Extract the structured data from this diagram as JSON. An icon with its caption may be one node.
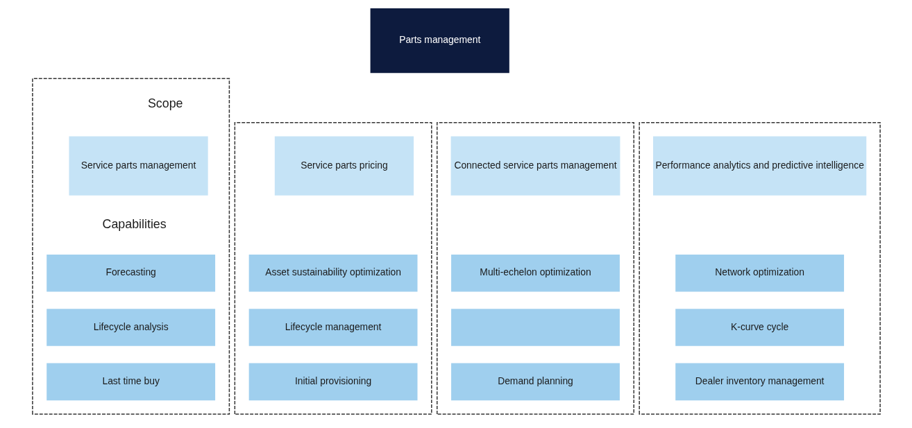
{
  "diagram": {
    "nodes": [
      {
        "text": [
          "Parts management"
        ]
      },
      {
        "text": [],
        "shape": "box"
      },
      {
        "text": [
          "Service parts management"
        ],
        "in": 1
      },
      {
        "text": [
          "Forecasting"
        ],
        "in": 1
      },
      {
        "text": [
          "Lifecycle analysis"
        ],
        "in": 1
      },
      {
        "text": [
          "Last time buy"
        ],
        "in": 1
      },
      {
        "text": [],
        "shape": "box"
      },
      {
        "text": [
          "Service parts pricing"
        ],
        "in": 6
      },
      {
        "text": [
          "Asset sustainability optimization"
        ],
        "in": 6
      },
      {
        "text": [
          "Lifecycle management"
        ],
        "in": 6
      },
      {
        "text": [
          "Initial provisioning"
        ],
        "in": 6
      },
      {
        "text": [],
        "shape": "box"
      },
      {
        "text": [
          "Connected service parts management"
        ],
        "in": 11
      },
      {
        "text": [
          "Multi-echelon optimization"
        ],
        "in": 11
      },
      {
        "text": [],
        "shape": "box",
        "in": 11
      },
      {
        "text": [
          "Demand planning"
        ],
        "in": 11
      },
      {
        "text": [],
        "shape": "box"
      },
      {
        "text": [
          "Performance analytics and predictive intelligence"
        ],
        "in": 16
      },
      {
        "text": [
          "Network optimization"
        ],
        "in": 16
      },
      {
        "text": [
          "K-curve cycle"
        ],
        "in": 16
      },
      {
        "text": [
          "Dealer inventory management"
        ],
        "in": 16
      }
    ],
    "edges": [],
    "labels": [
      "Scope",
      "Capabilities"
    ]
  }
}
